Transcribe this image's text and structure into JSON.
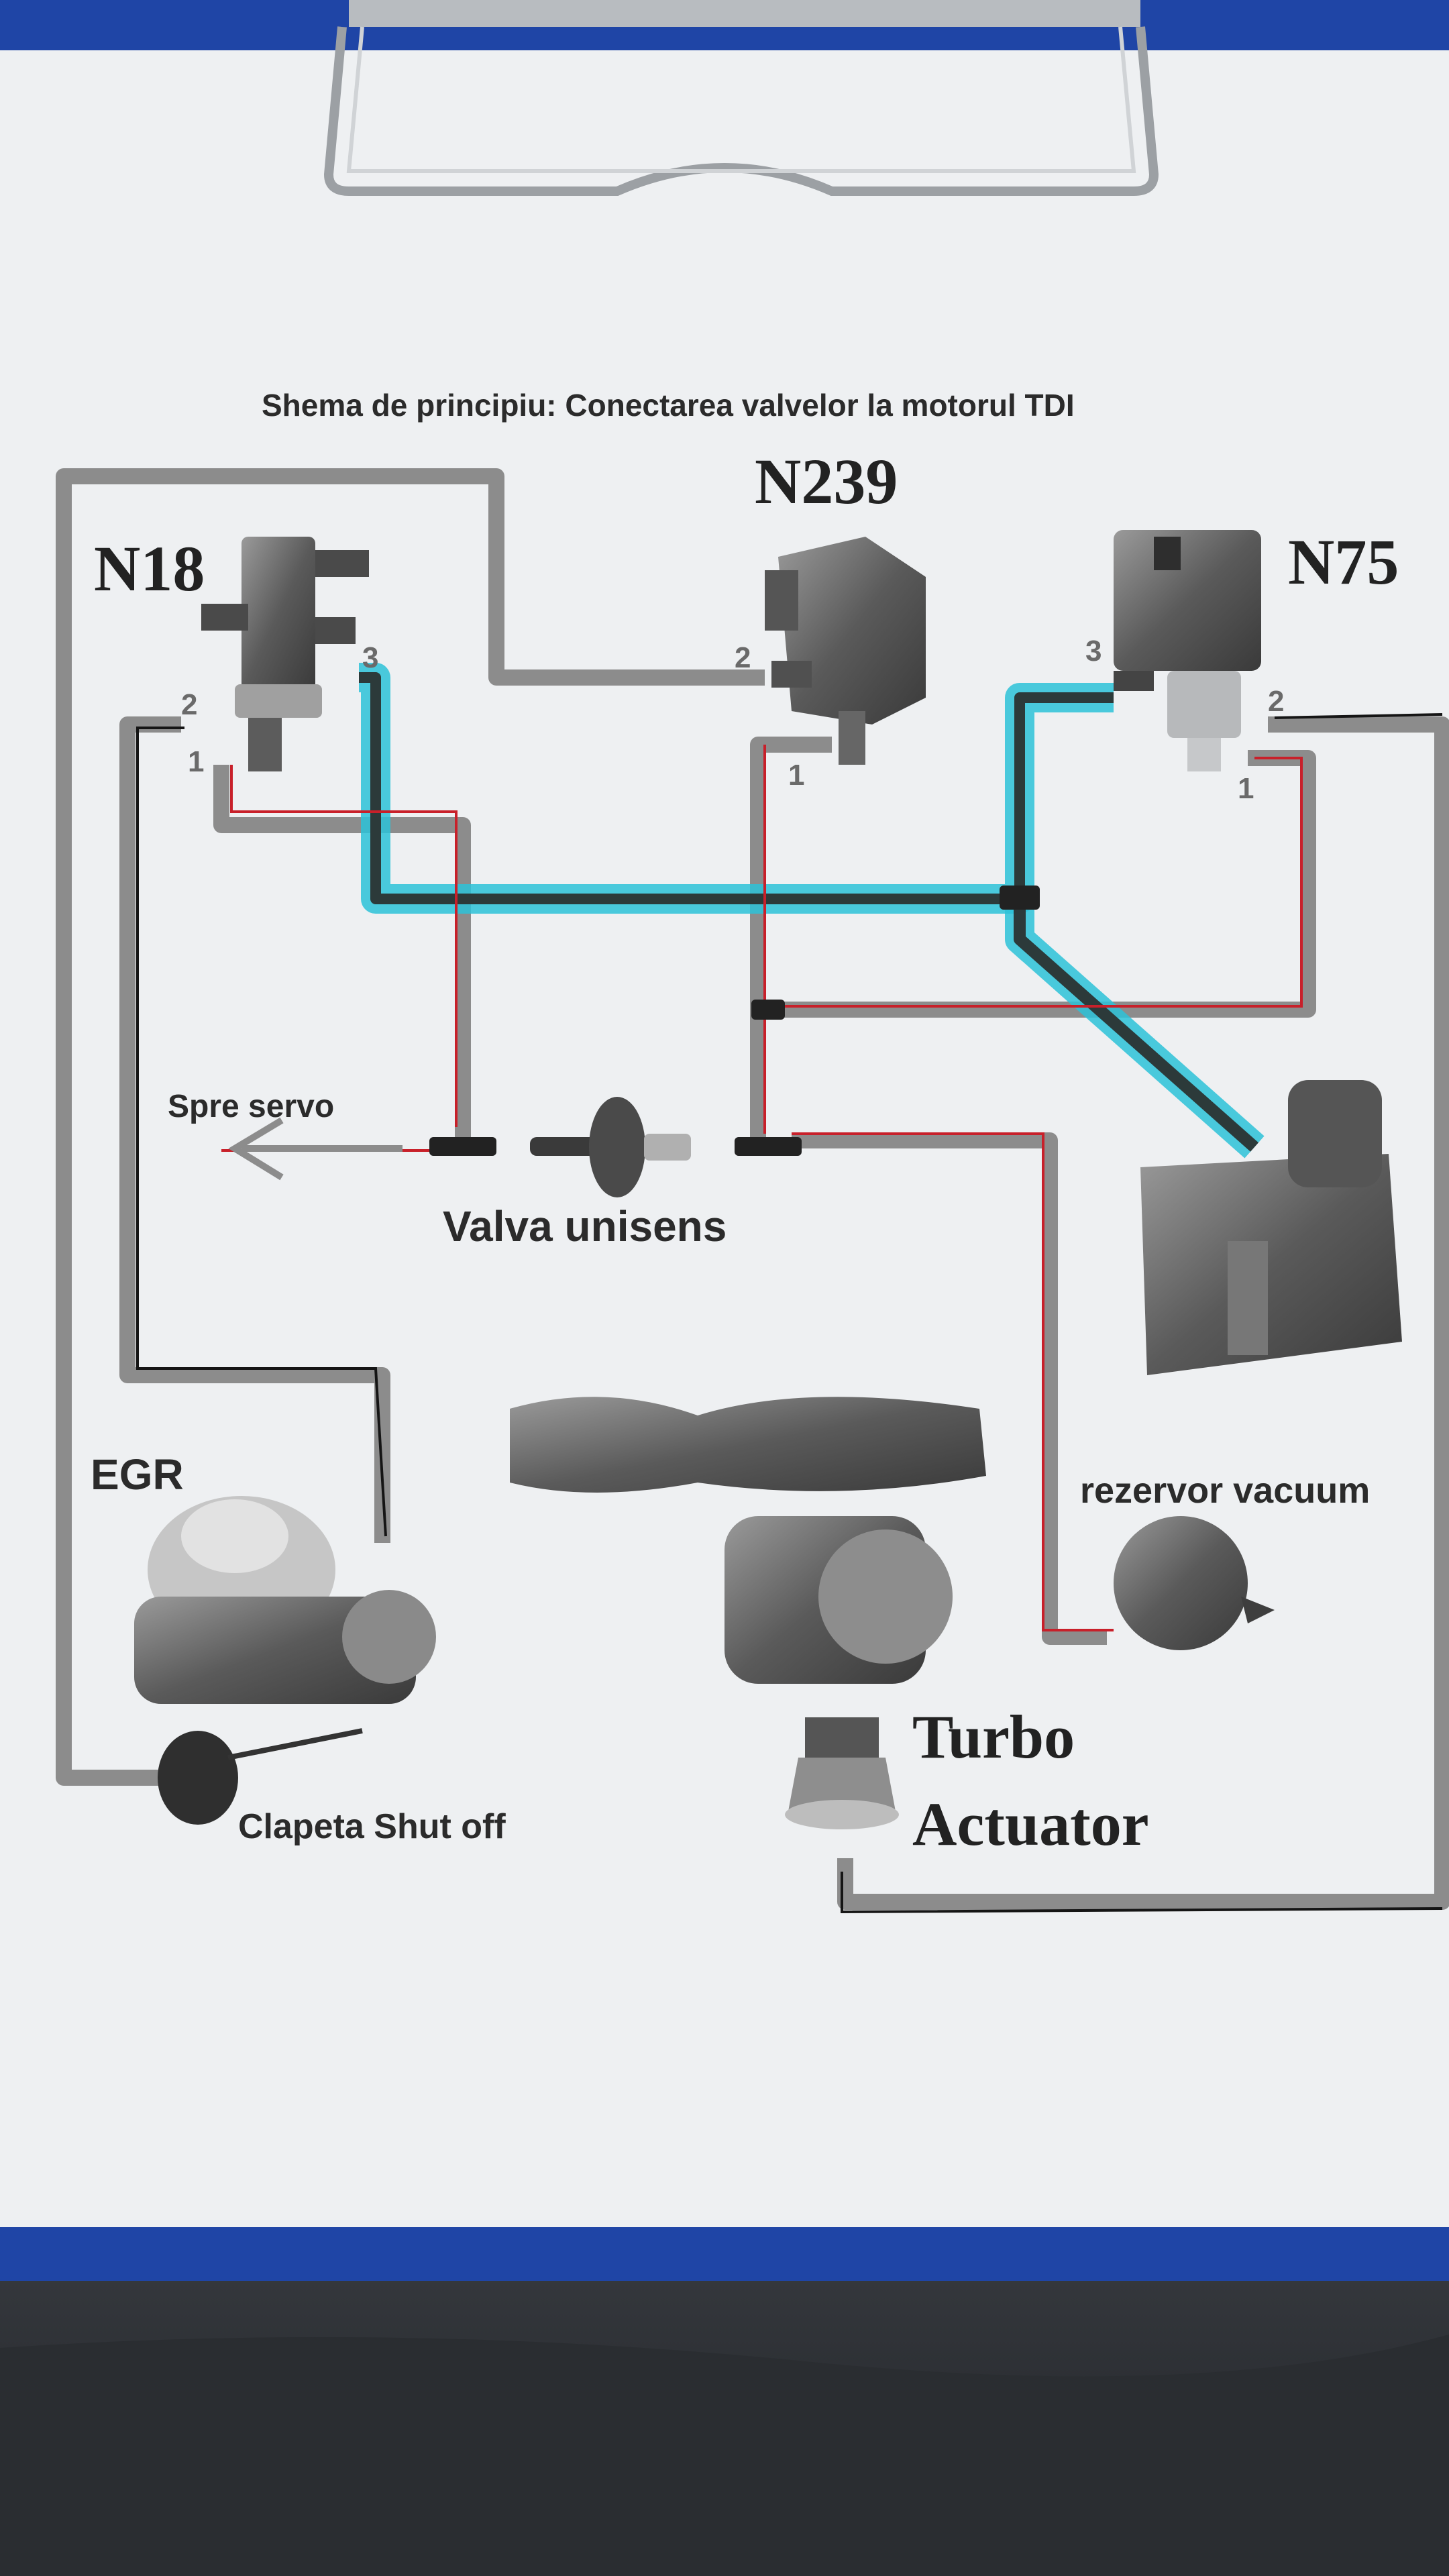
{
  "title": "Shema de principiu: Conectarea valvelor la motorul TDI",
  "components": {
    "n18": "N18",
    "n239": "N239",
    "n75": "N75",
    "egr": "EGR",
    "valva_unisens": "Valva unisens",
    "rezervor_vacuum": "rezervor vacuum",
    "turbo_actuator_line1": "Turbo",
    "turbo_actuator_line2": "Actuator",
    "clapeta_shut_off": "Clapeta Shut off",
    "spre_servo": "Spre servo"
  },
  "ports": {
    "n18_1": "1",
    "n18_2": "2",
    "n18_3": "3",
    "n239_1": "1",
    "n239_2": "2",
    "n75_1": "1",
    "n75_2": "2",
    "n75_3": "3"
  },
  "colors": {
    "paper": "#eef0f2",
    "clipboard_blue": "#1f45a6",
    "hose_gray": "#8c8c8c",
    "hose_dark": "#2c3a3a",
    "highlight_cyan": "#2cc2d8",
    "red_marker": "#c8202a",
    "black_marker": "#151515"
  }
}
